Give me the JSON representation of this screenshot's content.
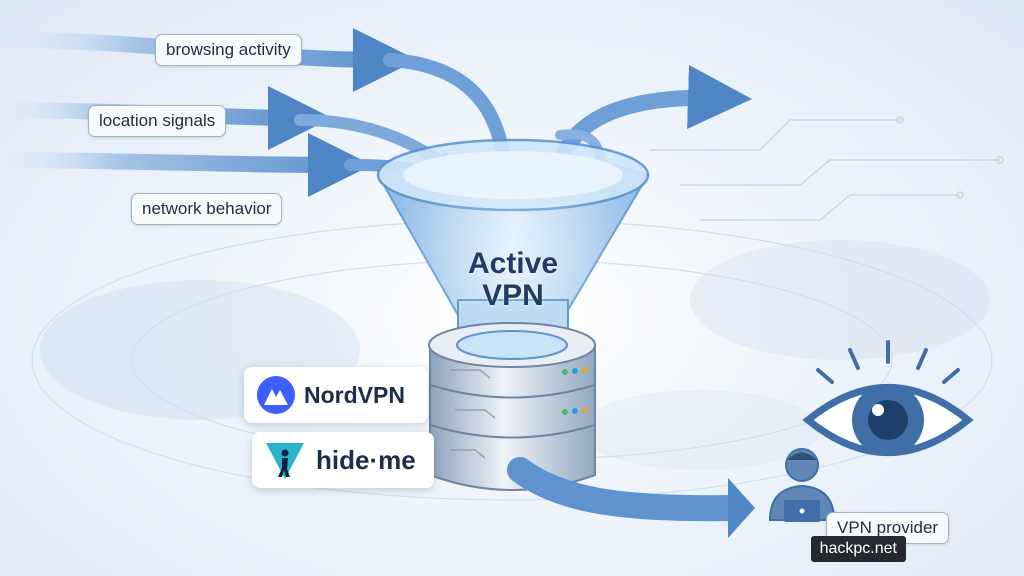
{
  "inputs": {
    "browsing": "browsing activity",
    "location": "location signals",
    "network": "network behavior"
  },
  "funnel": {
    "line1": "Active",
    "line2": "VPN"
  },
  "logos": {
    "nordvpn": "NordVPN",
    "hideme": "hide·me"
  },
  "provider": {
    "label": "VPN provider"
  },
  "watermark": "hackpc.net",
  "colors": {
    "arrow": "#7aa6d6",
    "funnel": "#a9cdee",
    "eye": "#3f6fa6",
    "accent": "#2a9bd6"
  },
  "icons": [
    "eye-icon",
    "person-laptop-icon",
    "nordvpn-logo-icon",
    "hideme-logo-icon",
    "server-stack-icon"
  ]
}
